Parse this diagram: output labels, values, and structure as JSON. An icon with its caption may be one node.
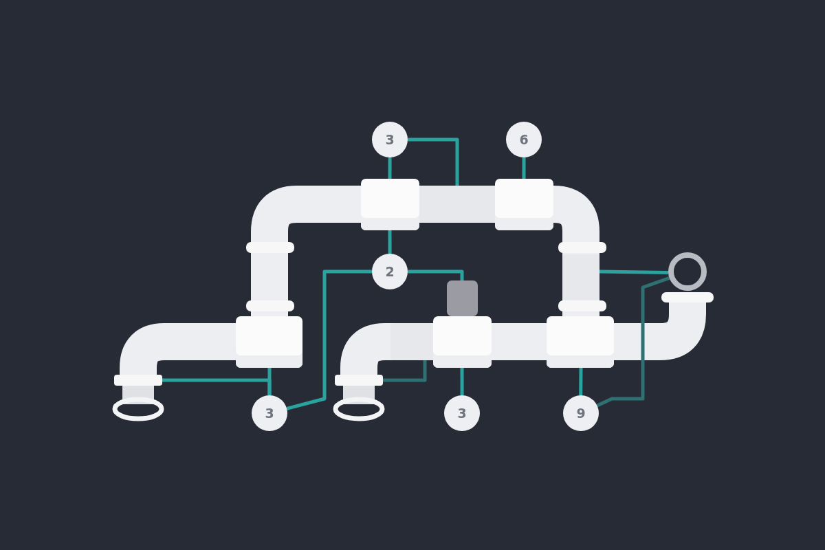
{
  "diagram": {
    "nodes": [
      {
        "text": [
          "3"
        ]
      },
      {
        "text": [
          "6"
        ]
      },
      {
        "text": [
          "2"
        ]
      },
      {
        "text": [
          "3"
        ]
      },
      {
        "text": [
          "3"
        ]
      },
      {
        "text": [
          "9"
        ]
      },
      {
        "text": [],
        "shape": "circle"
      },
      {
        "text": [],
        "shape": "box"
      },
      {
        "text": [],
        "shape": "box"
      },
      {
        "text": [],
        "shape": "box"
      },
      {
        "text": [],
        "shape": "box"
      },
      {
        "text": [],
        "shape": "box"
      },
      {
        "text": [],
        "shape": "box"
      },
      {
        "text": [],
        "shape": "bar"
      },
      {
        "text": [],
        "shape": "bar"
      },
      {
        "text": [],
        "shape": "bar"
      },
      {
        "text": [],
        "shape": "bar"
      },
      {
        "text": [],
        "shape": "bar"
      }
    ],
    "edges": [
      {
        "from": 0,
        "to": 7,
        "arrow": "none"
      },
      {
        "from": 0,
        "to": 13,
        "arrow": "none"
      },
      {
        "from": 1,
        "to": 8,
        "arrow": "none"
      },
      {
        "from": 7,
        "to": 2,
        "arrow": "none"
      },
      {
        "from": 2,
        "to": 3,
        "arrow": "none"
      },
      {
        "from": 2,
        "to": 12,
        "arrow": "none"
      },
      {
        "from": 3,
        "to": 9,
        "arrow": "none"
      },
      {
        "from": 3,
        "to": 14,
        "arrow": "none"
      },
      {
        "from": 4,
        "to": 10,
        "arrow": "none"
      },
      {
        "from": 15,
        "to": 16,
        "arrow": "none",
        "color": "#2f7172"
      },
      {
        "from": 5,
        "to": 11,
        "arrow": "none"
      },
      {
        "from": 5,
        "to": 6,
        "arrow": "none",
        "color": "#2f7172"
      },
      {
        "from": 17,
        "to": 6,
        "arrow": "none"
      }
    ]
  }
}
